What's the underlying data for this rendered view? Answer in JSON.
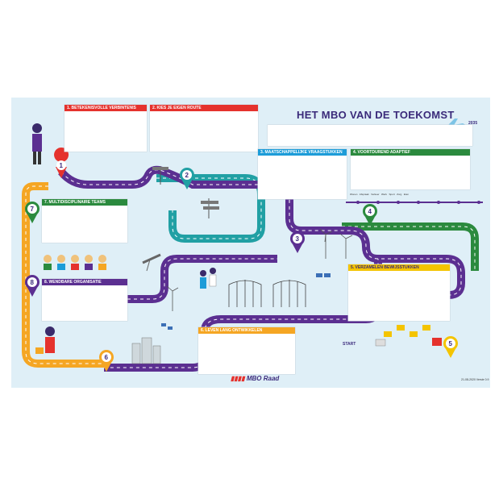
{
  "poster": {
    "title": "HET MBO VAN DE TOEKOMST",
    "year": "2035",
    "start_label": "START",
    "logo": "MBO Raad",
    "version": "21-08-2020 Versie 0.9",
    "timeline_labels": [
      "Wonen",
      "Afspraak",
      "Verkeer",
      "Werk",
      "Sport",
      "Zorg",
      "Eten"
    ],
    "colors": {
      "road_purple": "#5b2f91",
      "road_teal": "#21a0a4",
      "road_green": "#2b8a3e",
      "road_orange": "#f5a623",
      "accent_red": "#e5322d",
      "accent_blue": "#1d9cd8",
      "accent_yellow": "#f4c400"
    }
  },
  "sections": [
    {
      "num": "1",
      "title": "1. BETEKENISVOLLE VERBINTENIS",
      "color": "#e5322d"
    },
    {
      "num": "2",
      "title": "2. KIES JE EIGEN ROUTE",
      "color": "#e5322d"
    },
    {
      "num": "3",
      "title": "3. MAATSCHAPPELIJKE VRAAGSTUKKEN",
      "color": "#1d9cd8"
    },
    {
      "num": "4",
      "title": "4. VOORTDUREND ADAPTIEF",
      "color": "#2b8a3e"
    },
    {
      "num": "5",
      "title": "5. VERZAMELEN BEWIJSSTUKKEN",
      "color": "#f4c400"
    },
    {
      "num": "6",
      "title": "6. LEVEN LANG ONTWIKKELEN",
      "color": "#f5a623"
    },
    {
      "num": "7",
      "title": "7. MULTIDISCIPLINAIRE TEAMS",
      "color": "#2b8a3e"
    },
    {
      "num": "8",
      "title": "8. WENDBARE ORGANISATIE",
      "color": "#5b2f91"
    }
  ],
  "markers": [
    "1",
    "2",
    "3",
    "4",
    "5",
    "6",
    "7",
    "8"
  ]
}
